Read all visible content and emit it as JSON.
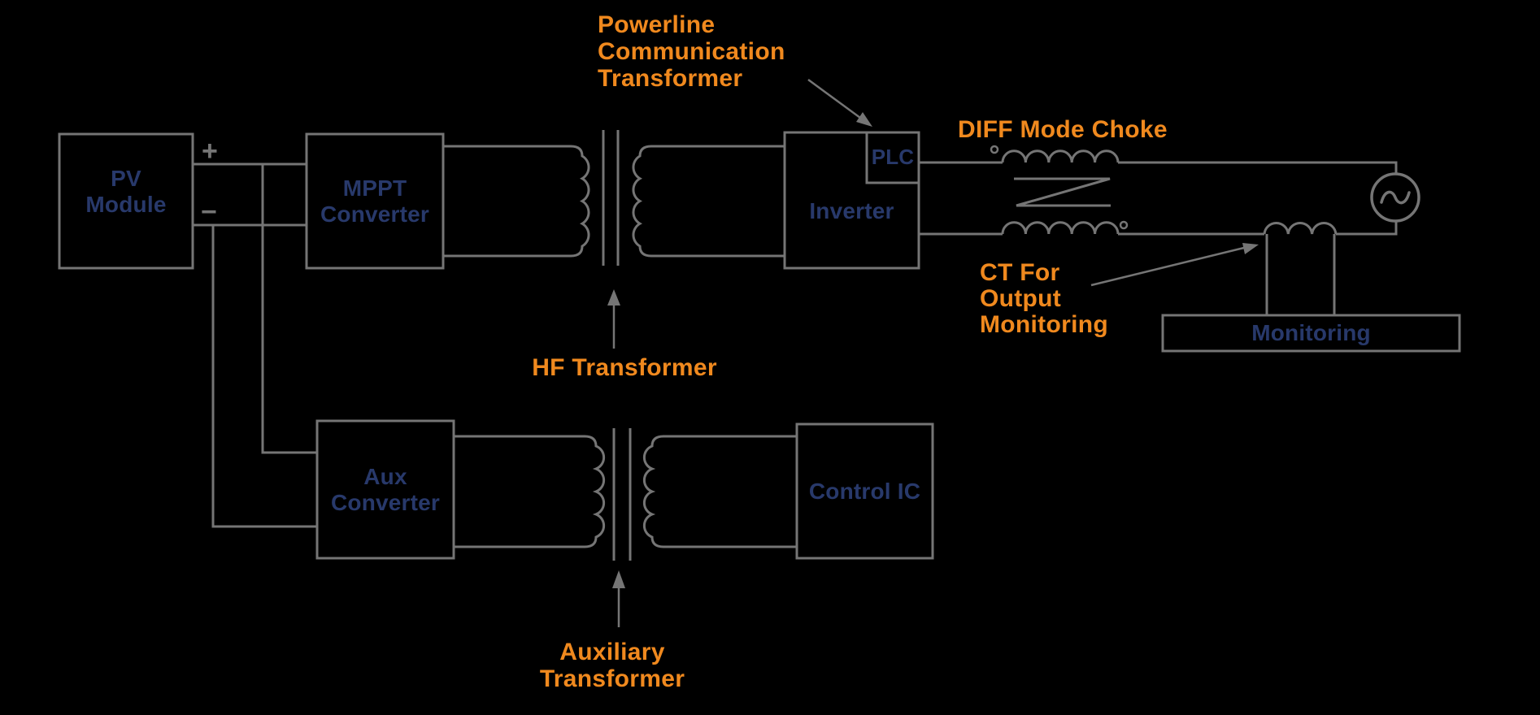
{
  "colors": {
    "background": "#000000",
    "line_gray": "#757575",
    "label_orange": "#f0891e",
    "label_navy": "#28396b"
  },
  "blocks": {
    "pv_module": "PV\nModule",
    "mppt_converter": "MPPT\nConverter",
    "inverter": "Inverter",
    "plc": "PLC",
    "aux_converter": "Aux\nConverter",
    "control_ic": "Control IC",
    "monitoring": "Monitoring"
  },
  "annotations": {
    "powerline_transformer": "Powerline\nCommunication\nTransformer",
    "diff_mode_choke": "DIFF Mode Choke",
    "hf_transformer": "HF Transformer",
    "ct_output_monitoring": "CT For\nOutput\nMonitoring",
    "auxiliary_transformer": "Auxiliary\nTransformer"
  },
  "terminals": {
    "plus": "+",
    "minus": "−"
  }
}
